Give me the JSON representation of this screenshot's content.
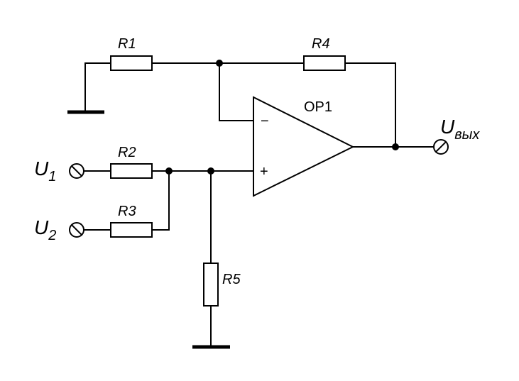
{
  "diagram": {
    "resistors": {
      "r1": "R1",
      "r2": "R2",
      "r3": "R3",
      "r4": "R4",
      "r5": "R5"
    },
    "op_amp": {
      "label": "OP1",
      "inverting_sign": "−",
      "noninverting_sign": "+"
    },
    "inputs": {
      "u1": {
        "main": "U",
        "sub": "1"
      },
      "u2": {
        "main": "U",
        "sub": "2"
      }
    },
    "output": {
      "main": "U",
      "sub": "вых"
    }
  }
}
